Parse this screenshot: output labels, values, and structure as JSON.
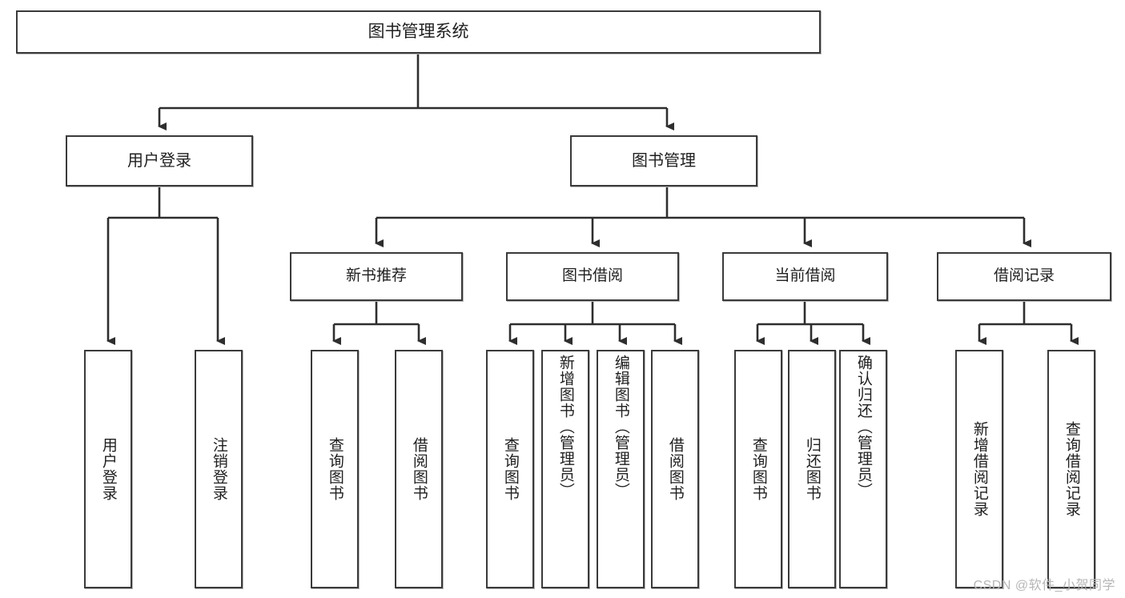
{
  "diagram": {
    "type": "hierarchy-tree",
    "title": "图书管理系统",
    "watermark": "CSDN @软件_小贺同学",
    "colors": {
      "box_border": "#3a3a3a",
      "box_fill": "#ffffff",
      "connector": "#2e2e2e",
      "text": "#1f1f1f",
      "watermark": "#b6b6b6",
      "background": "#ffffff"
    },
    "root": {
      "label": "图书管理系统",
      "orientation": "horizontal"
    },
    "level2": [
      {
        "label": "用户登录",
        "orientation": "horizontal"
      },
      {
        "label": "图书管理",
        "orientation": "horizontal"
      }
    ],
    "level3": [
      {
        "label": "新书推荐",
        "orientation": "horizontal"
      },
      {
        "label": "图书借阅",
        "orientation": "horizontal"
      },
      {
        "label": "当前借阅",
        "orientation": "horizontal"
      },
      {
        "label": "借阅记录",
        "orientation": "horizontal"
      }
    ],
    "leaves": {
      "user_login": [
        {
          "label": "用户登录",
          "orientation": "vertical"
        },
        {
          "label": "注销登录",
          "orientation": "vertical"
        }
      ],
      "new_book_recommend": [
        {
          "label": "查询图书",
          "orientation": "vertical"
        },
        {
          "label": "借阅图书",
          "orientation": "vertical"
        }
      ],
      "book_borrow": [
        {
          "label": "查询图书",
          "orientation": "vertical"
        },
        {
          "label": "新增图书（管理员）",
          "orientation": "vertical"
        },
        {
          "label": "编辑图书（管理员）",
          "orientation": "vertical"
        },
        {
          "label": "借阅图书",
          "orientation": "vertical"
        }
      ],
      "current_borrow": [
        {
          "label": "查询图书",
          "orientation": "vertical"
        },
        {
          "label": "归还图书",
          "orientation": "vertical"
        },
        {
          "label": "确认归还（管理员）",
          "orientation": "vertical"
        }
      ],
      "borrow_record": [
        {
          "label": "新增借阅记录",
          "orientation": "vertical"
        },
        {
          "label": "查询借阅记录",
          "orientation": "vertical"
        }
      ]
    }
  }
}
